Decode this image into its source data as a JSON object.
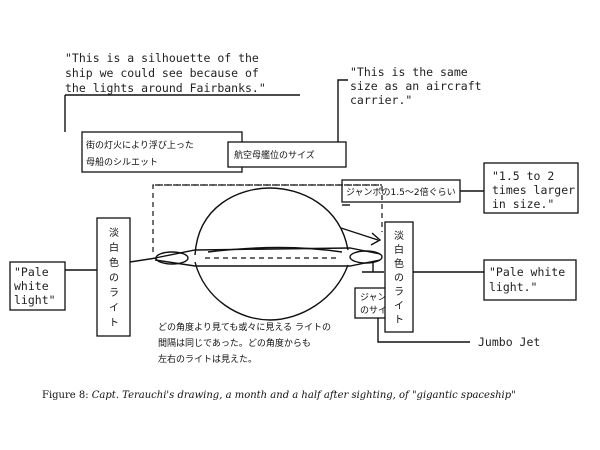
{
  "figure": {
    "caption_prefix": "Figure 8:",
    "caption_text": "Capt. Terauchi's drawing, a month and a half after sighting, of \"gigantic spaceship\""
  },
  "notes": {
    "silhouette": [
      "\"This is a silhouette of the",
      "ship we could see because of",
      "the lights around Fairbanks.\""
    ],
    "carrier": [
      "\"This is the same",
      "size as an aircraft",
      "carrier.\""
    ],
    "times_larger": [
      "\"1.5 to 2",
      "times larger",
      "in size.\""
    ],
    "pale_left": [
      "\"Pale",
      "white",
      "light\""
    ],
    "pale_right": [
      "\"Pale white",
      "light.\""
    ],
    "jumbo": "Jumbo Jet"
  },
  "japanese": {
    "silhouette": [
      "街の灯火により浮び上った",
      "母船のシルエット"
    ],
    "carrier": "航空母艦位のサイズ",
    "times_larger": "ジャンボの1.5〜2倍ぐらい",
    "pale_left": [
      "淡",
      "白",
      "色",
      "の",
      "ラ",
      "イ",
      "ト"
    ],
    "pale_right": [
      "淡",
      "白",
      "色",
      "の",
      "ラ",
      "イ",
      "ト"
    ],
    "jumbo_size": [
      "ジャンボ",
      "のサイズ"
    ],
    "bottom_note": [
      "どの角度より見ても或々に見える ライトの",
      "間隔は同じであった。どの角度からも",
      "左右のライトは見えた。"
    ]
  }
}
